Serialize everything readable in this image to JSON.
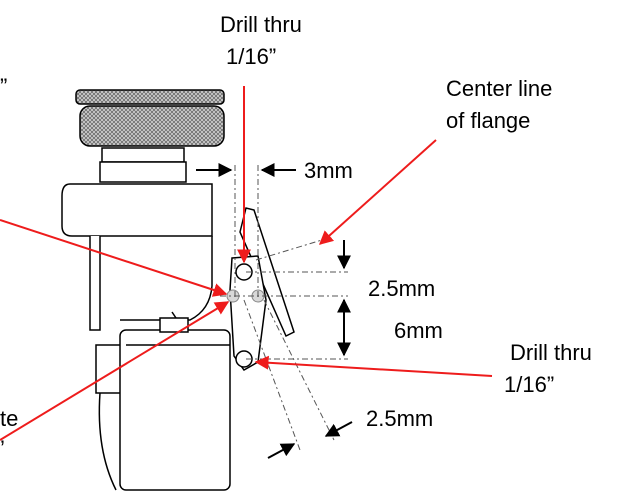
{
  "labels": {
    "drill_top": [
      "Drill thru",
      "1/16”"
    ],
    "center_line": [
      "Center line",
      "of flange"
    ],
    "dim_3mm": "3mm",
    "dim_2_5mm_vertical": "2.5mm",
    "dim_6mm": "6mm",
    "drill_right": [
      "Drill thru",
      "1/16”"
    ],
    "dim_2_5mm_offset": "2.5mm",
    "cut_left_top": "”",
    "cut_left_bottom": [
      "te",
      "’"
    ]
  },
  "colors": {
    "callout": "#ee1c1c",
    "ink": "#000000",
    "knurl": "#8a8a8a",
    "hole": "#c8c8c8"
  }
}
